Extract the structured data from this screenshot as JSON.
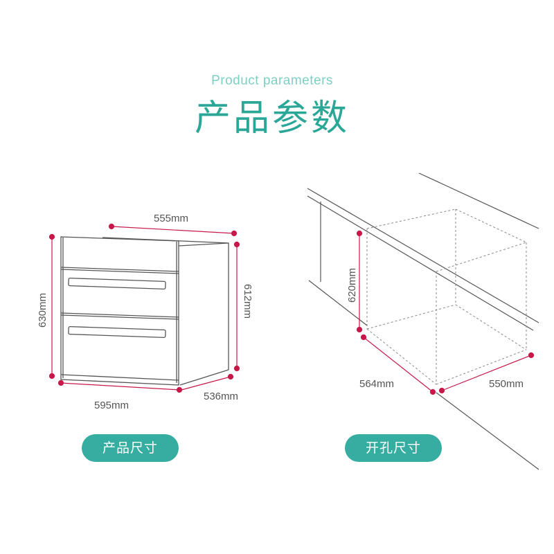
{
  "header": {
    "subtitle": "Product parameters",
    "title": "产品参数"
  },
  "product": {
    "width_top": "555mm",
    "height_left": "630mm",
    "height_right": "612mm",
    "width_bottom": "595mm",
    "depth": "536mm",
    "label": "产品尺寸"
  },
  "cutout": {
    "height": "620mm",
    "depth": "564mm",
    "width": "550mm",
    "label": "开孔尺寸"
  },
  "colors": {
    "accent": "#2aa797",
    "accent_light": "#7ecfc3",
    "dimension": "#c8184a",
    "line": "#555555"
  }
}
